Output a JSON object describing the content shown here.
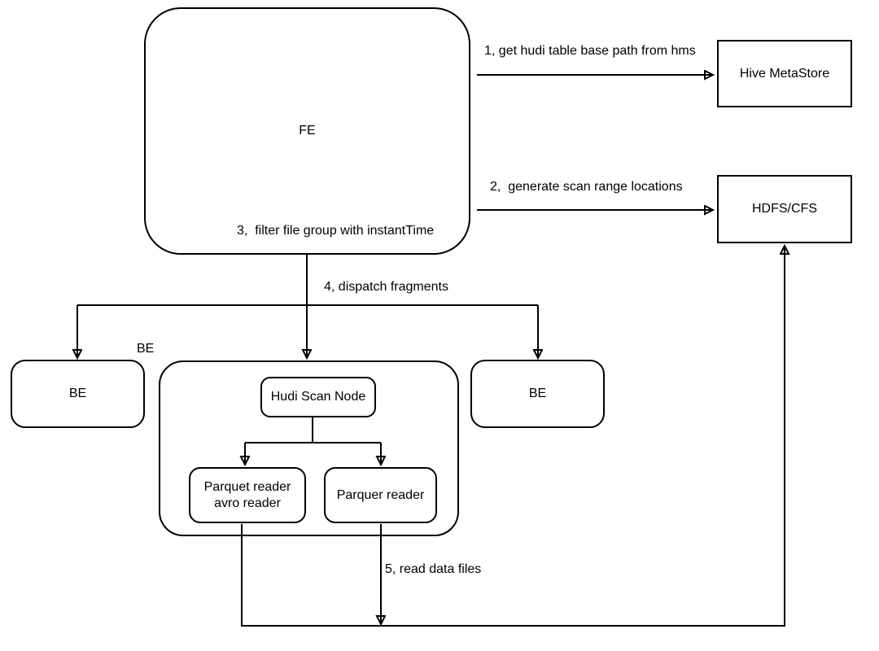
{
  "canvas": {
    "background": "#ffffff",
    "stroke_color": "#000000",
    "text_color": "#000000"
  },
  "nodes": {
    "fe": {
      "label": "FE"
    },
    "hive_metastore": {
      "label": "Hive MetaStore"
    },
    "hdfs_cfs": {
      "label": "HDFS/CFS"
    },
    "be_left": {
      "label": "BE"
    },
    "be_group_tag": {
      "label": "BE"
    },
    "be_right": {
      "label": "BE"
    },
    "hudi_scan": {
      "label": "Hudi Scan Node"
    },
    "parquet_avro": {
      "line1": "Parquet reader",
      "line2": "avro reader"
    },
    "parquer": {
      "label": "Parquer reader"
    }
  },
  "annotations": {
    "step1": "1, get hudi table base path from hms",
    "step2": "2,  generate scan range locations",
    "step3": "3,  filter file group with instantTime",
    "step4": "4, dispatch fragments",
    "step5": "5, read data files"
  }
}
